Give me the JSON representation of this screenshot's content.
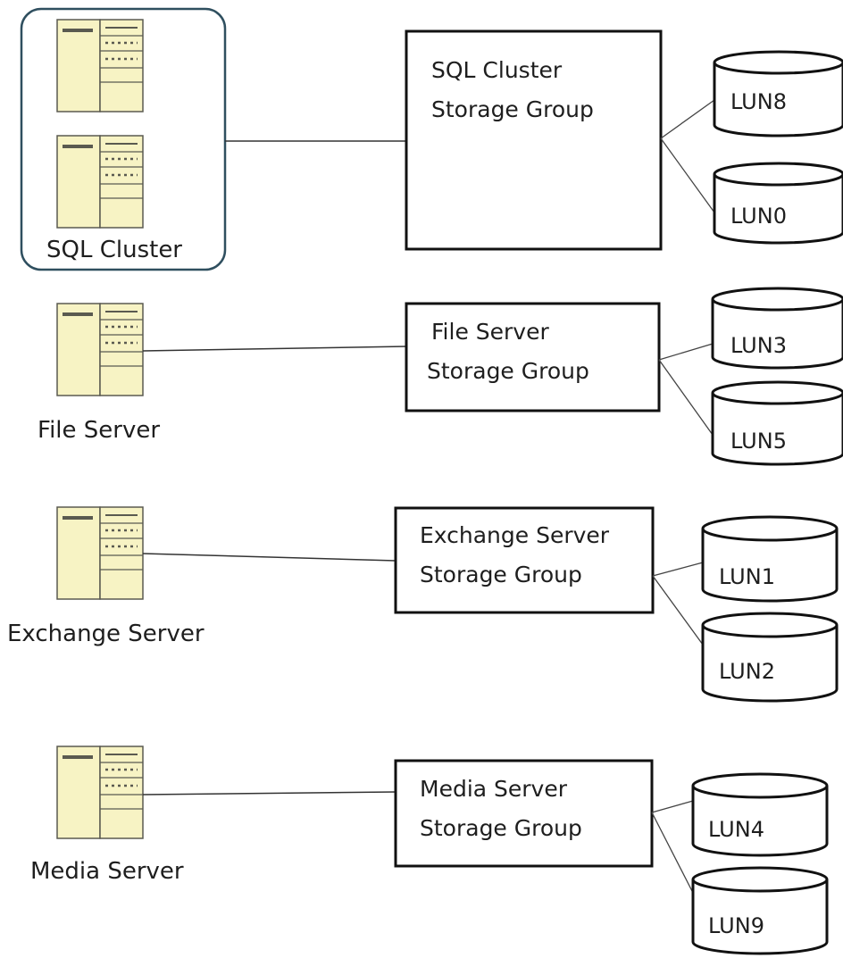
{
  "colors": {
    "server_fill": "#f7f3c4",
    "server_stroke": "#5a5a50",
    "cluster_border": "#2f4f5f",
    "line": "#333333",
    "box_stroke": "#111111"
  },
  "cluster": {
    "label": "SQL Cluster"
  },
  "servers": [
    {
      "label": "File Server"
    },
    {
      "label": "Exchange Server"
    },
    {
      "label": "Media Server"
    }
  ],
  "storage_groups": [
    {
      "line1": "SQL Cluster",
      "line2": "Storage Group",
      "luns": [
        "LUN8",
        "LUN0"
      ]
    },
    {
      "line1": "File Server",
      "line2": "Storage Group",
      "luns": [
        "LUN3",
        "LUN5"
      ]
    },
    {
      "line1": "Exchange Server",
      "line2": "Storage Group",
      "luns": [
        "LUN1",
        "LUN2"
      ]
    },
    {
      "line1": "Media Server",
      "line2": "Storage Group",
      "luns": [
        "LUN4",
        "LUN9"
      ]
    }
  ]
}
